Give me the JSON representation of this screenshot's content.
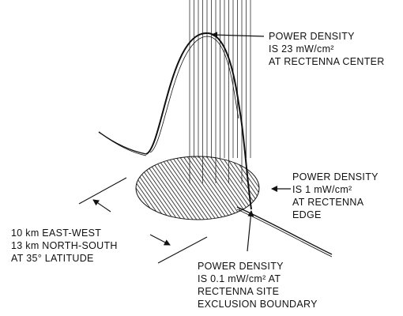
{
  "labels": {
    "center": {
      "line1": "POWER DENSITY",
      "line2": "IS 23 mW/cm²",
      "line3": "AT RECTENNA CENTER"
    },
    "edge": {
      "line1": "POWER DENSITY",
      "line2": "IS 1 mW/cm²",
      "line3": "AT RECTENNA",
      "line4": "EDGE"
    },
    "dimensions": {
      "line1": "10 km EAST-WEST",
      "line2": "13 km NORTH-SOUTH",
      "line3": "AT 35° LATITUDE"
    },
    "exclusion": {
      "line1": "POWER DENSITY",
      "line2": "IS 0.1 mW/cm² AT",
      "line3": "RECTENNA SITE",
      "line4": "EXCLUSION BOUNDARY"
    }
  },
  "colors": {
    "ink": "#111111",
    "paper": "#ffffff"
  }
}
